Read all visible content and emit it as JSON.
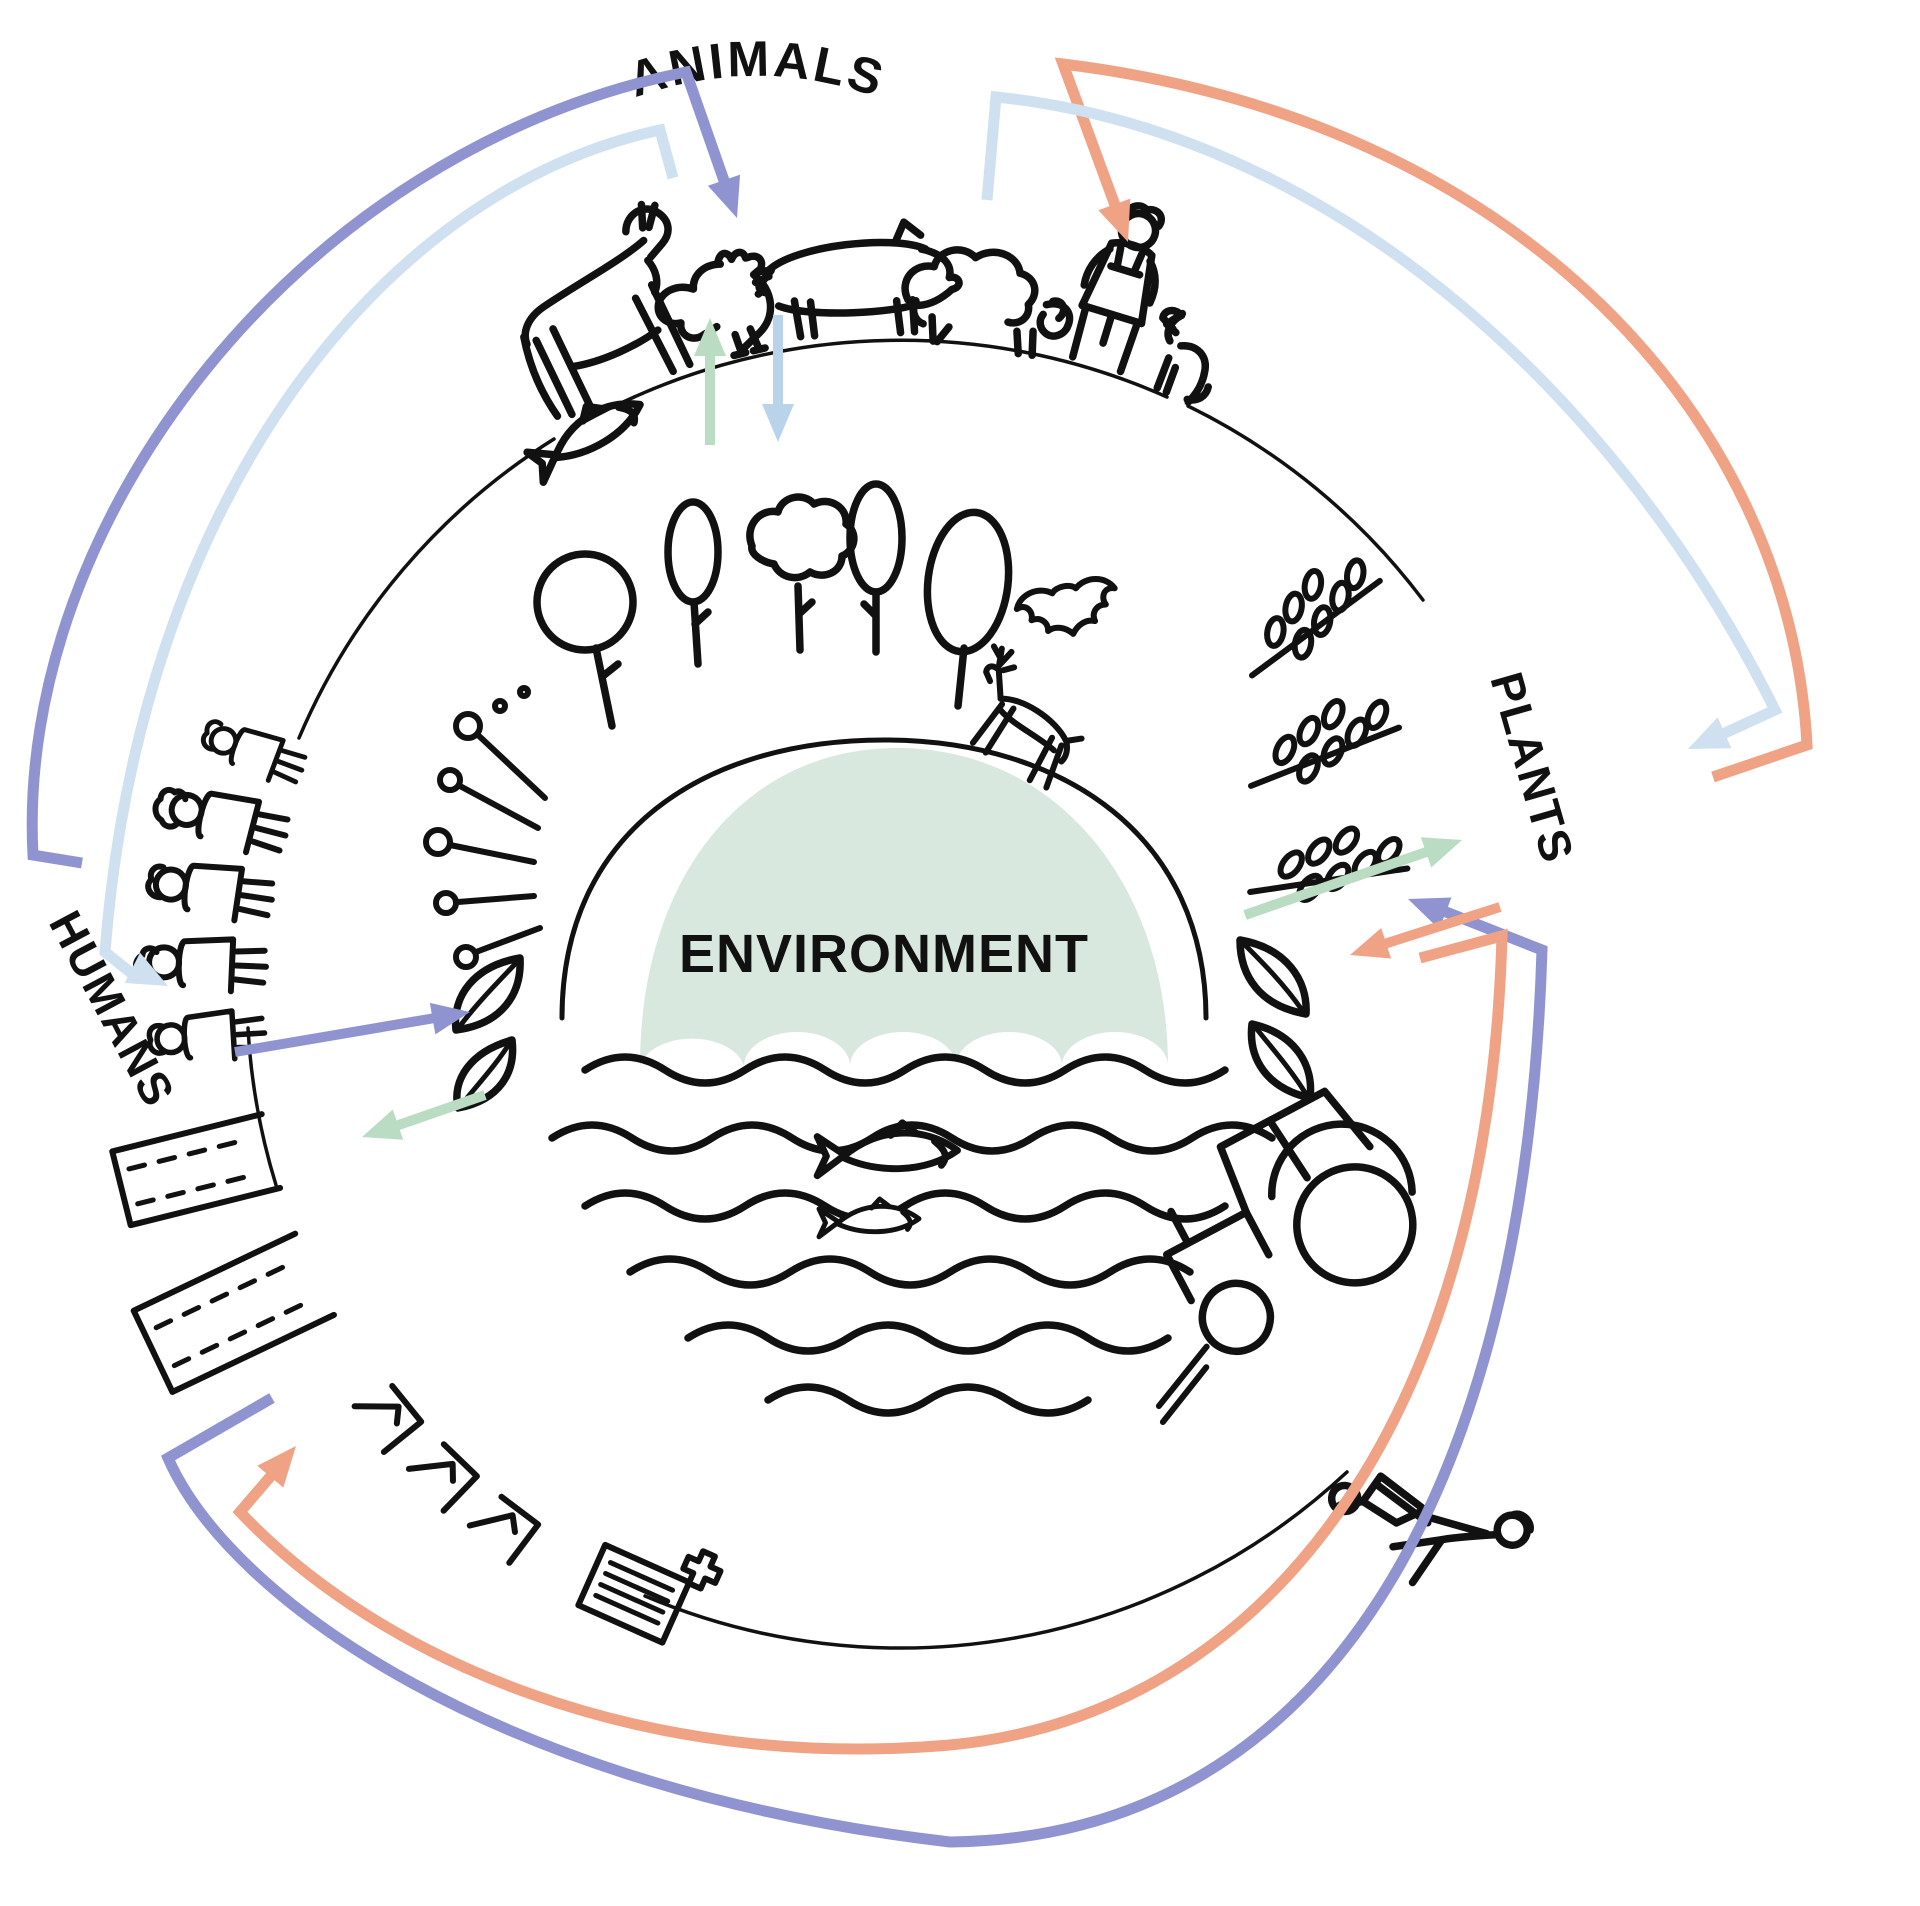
{
  "labels": {
    "animals": "ANIMALS",
    "plants": "PLANTS",
    "humans": "HUMANS",
    "environment": "ENVIRONMENT"
  },
  "colors": {
    "ink": "#111111",
    "purple": "#8f94d0",
    "light_blue": "#cfe1f0",
    "blue": "#b9d4ea",
    "orange": "#f0a285",
    "green": "#b9dcc2",
    "environment_fill": "#d9e8de"
  },
  "diagram": {
    "center_label": "ENVIRONMENT",
    "nodes": [
      {
        "id": "animals",
        "label": "ANIMALS",
        "icons": [
          "fish",
          "cow",
          "rooster",
          "pig",
          "sheep",
          "farmer",
          "dog"
        ]
      },
      {
        "id": "plants",
        "label": "PLANTS",
        "icons": [
          "grain-stalk",
          "grain-stalk",
          "grain-stalk",
          "tractor",
          "person-with-wheelbarrow"
        ]
      },
      {
        "id": "humans",
        "label": "HUMANS",
        "icons": [
          "person",
          "person",
          "person",
          "person",
          "person",
          "building",
          "building",
          "checklist",
          "checklist",
          "checklist",
          "medical-record"
        ]
      }
    ],
    "environment_icons": [
      "round-tree",
      "oval-tree",
      "cloud-tree",
      "oval-tree",
      "large-oval-tree",
      "dandelions",
      "leaves",
      "deer",
      "bat",
      "water-waves",
      "fish",
      "fish"
    ],
    "arrows": [
      {
        "from": "humans",
        "to": "animals",
        "style": "outer-arc",
        "color_key": "purple"
      },
      {
        "from": "animals",
        "to": "humans",
        "style": "inner-arc",
        "color_key": "light_blue"
      },
      {
        "from": "plants",
        "to": "animals",
        "style": "outer-arc",
        "color_key": "orange"
      },
      {
        "from": "animals",
        "to": "plants",
        "style": "inner-arc",
        "color_key": "light_blue"
      },
      {
        "from": "humans",
        "to": "plants",
        "style": "outer-arc",
        "color_key": "purple"
      },
      {
        "from": "plants",
        "to": "humans",
        "style": "inner-arc",
        "color_key": "orange"
      },
      {
        "from": "environment",
        "to": "animals",
        "style": "straight",
        "color_key": "green"
      },
      {
        "from": "animals",
        "to": "environment",
        "style": "straight",
        "color_key": "blue"
      },
      {
        "from": "environment",
        "to": "plants",
        "style": "straight",
        "color_key": "green"
      },
      {
        "from": "plants",
        "to": "environment",
        "style": "straight",
        "color_key": "orange"
      },
      {
        "from": "humans",
        "to": "environment",
        "style": "straight",
        "color_key": "purple"
      },
      {
        "from": "environment",
        "to": "humans",
        "style": "straight",
        "color_key": "green"
      }
    ]
  }
}
